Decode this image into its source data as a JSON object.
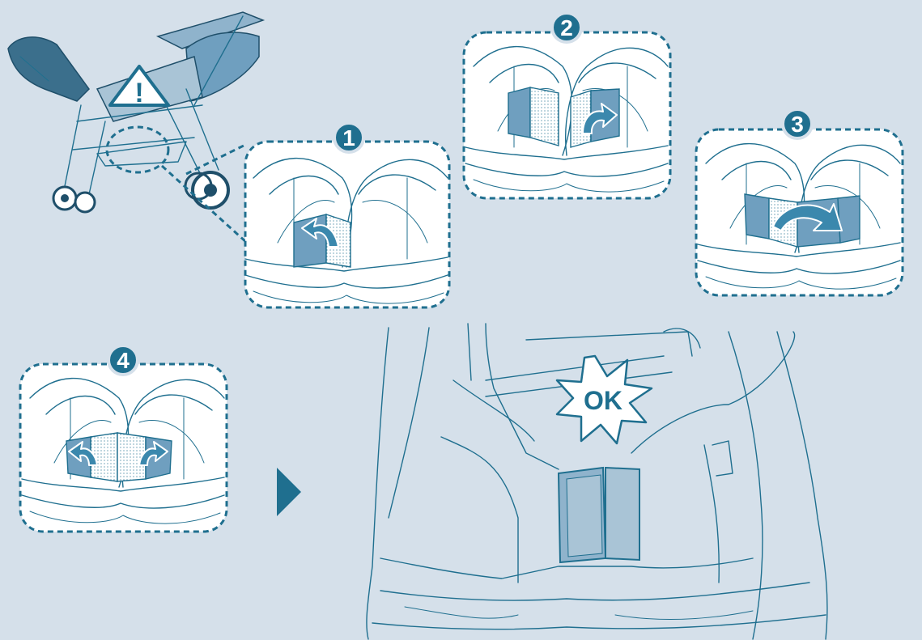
{
  "steps": [
    {
      "number": "1"
    },
    {
      "number": "2"
    },
    {
      "number": "3"
    },
    {
      "number": "4"
    }
  ],
  "warning": {
    "symbol": "!",
    "icon": "warning-triangle-icon"
  },
  "result": {
    "label": "OK",
    "icon": "ok-starburst-icon"
  },
  "next": {
    "icon": "play-triangle-icon"
  },
  "colors": {
    "background": "#d5e0ea",
    "accent": "#1f6f8f",
    "flap_fill": "#6f9fbf",
    "arrow": "#3b88ad",
    "panel": "#ffffff"
  }
}
